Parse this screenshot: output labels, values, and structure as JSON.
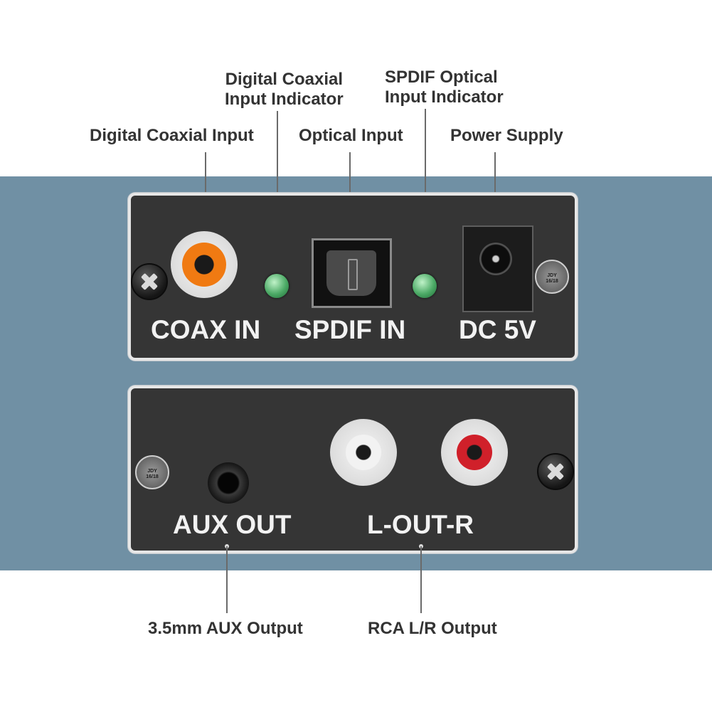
{
  "callouts": {
    "digital_coaxial_input": "Digital Coaxial Input",
    "coaxial_indicator_line1": "Digital Coaxial",
    "coaxial_indicator_line2": "Input Indicator",
    "optical_input": "Optical Input",
    "spdif_indicator_line1": "SPDIF Optical",
    "spdif_indicator_line2": "Input Indicator",
    "power_supply": "Power Supply",
    "aux_output": "3.5mm AUX Output",
    "rca_output": "RCA L/R Output"
  },
  "panel_labels": {
    "coax_in": "COAX IN",
    "spdif_in": "SPDIF IN",
    "dc_5v": "DC 5V",
    "aux_out": "AUX OUT",
    "l_out_r": "L-OUT-R"
  },
  "sticker_text": {
    "top": "JDY",
    "date": "16/18"
  },
  "colors": {
    "band": "#7090a4",
    "panel": "#353535",
    "coax_connector": "#f07a12",
    "led": "#4caa66",
    "rca_right": "#d0202a"
  }
}
